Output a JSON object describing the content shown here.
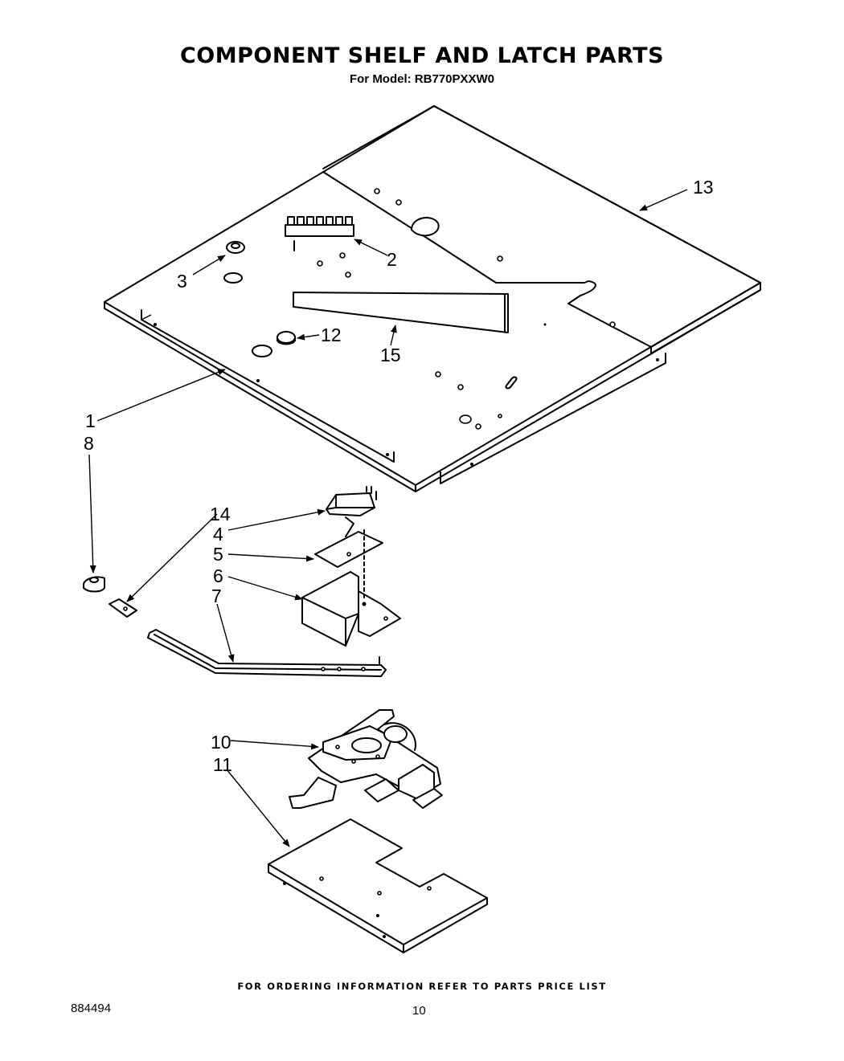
{
  "header": {
    "title": "COMPONENT SHELF AND LATCH PARTS",
    "subtitle": "For Model: RB770PXXW0"
  },
  "callouts": [
    {
      "id": "13",
      "label": "13"
    },
    {
      "id": "2",
      "label": "2"
    },
    {
      "id": "3",
      "label": "3"
    },
    {
      "id": "12",
      "label": "12"
    },
    {
      "id": "15",
      "label": "15"
    },
    {
      "id": "1",
      "label": "1"
    },
    {
      "id": "8",
      "label": "8"
    },
    {
      "id": "14",
      "label": "14"
    },
    {
      "id": "4",
      "label": "4"
    },
    {
      "id": "5",
      "label": "5"
    },
    {
      "id": "6",
      "label": "6"
    },
    {
      "id": "7",
      "label": "7"
    },
    {
      "id": "10",
      "label": "10"
    },
    {
      "id": "11",
      "label": "11"
    }
  ],
  "footer": {
    "note": "FOR ORDERING INFORMATION REFER TO PARTS PRICE LIST",
    "doc_number": "884494",
    "page_number": "10"
  }
}
